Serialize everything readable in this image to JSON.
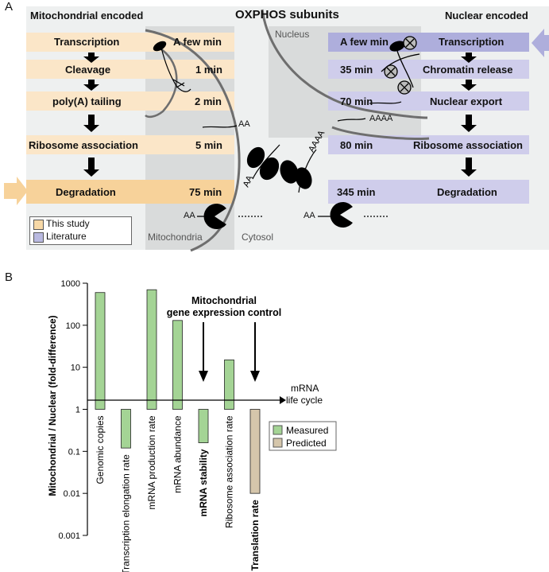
{
  "panel_a": {
    "label": "A",
    "title": "OXPHOS subunits",
    "left_header": "Mitochondrial encoded",
    "right_header": "Nuclear encoded",
    "nucleus_label": "Nucleus",
    "mitochondria_label": "Mitochondria",
    "cytosol_label": "Cytosol",
    "mito_steps": [
      {
        "name": "Transcription",
        "time": "A few min"
      },
      {
        "name": "Cleavage",
        "time": "1 min"
      },
      {
        "name": "poly(A) tailing",
        "time": "2 min"
      },
      {
        "name": "Ribosome association",
        "time": "5 min"
      },
      {
        "name": "Degradation",
        "time": "75 min"
      }
    ],
    "nuclear_steps": [
      {
        "name": "Transcription",
        "time": "A few min"
      },
      {
        "name": "Chromatin release",
        "time": "35 min"
      },
      {
        "name": "Nuclear export",
        "time": "70 min"
      },
      {
        "name": "Ribosome association",
        "time": "80 min"
      },
      {
        "name": "Degradation",
        "time": "345 min"
      }
    ],
    "mrna_labels": {
      "aa_mito": "AA",
      "aa_rotated": "AA",
      "aaaa_nuclear": "AAAA",
      "aaaa_rotated": "AAAA",
      "aa_deg_left": "AA",
      "aa_deg_right": "AA"
    },
    "legend": [
      {
        "label": "This study",
        "color": "#f7d8a6"
      },
      {
        "label": "Literature",
        "color": "#b9b9e0"
      }
    ],
    "colors": {
      "mito_light": "#fbe6c8",
      "mito_strong": "#f7d29a",
      "nuc_light": "#cfcdeb",
      "nuc_strong": "#aeaedc",
      "bg": "#eef0f0",
      "membrane": "#6e6e6e"
    }
  },
  "panel_b": {
    "label": "B",
    "annotation": [
      "Mitochondrial",
      "gene expression control"
    ],
    "chart_data": {
      "type": "bar",
      "ylabel": "Mitochondrial / Nuclear (fold-difference)",
      "yscale": "log",
      "ylim": [
        0.001,
        1000
      ],
      "yticks": [
        "0.001",
        "0.01",
        "0.1",
        "1",
        "10",
        "100",
        "1000"
      ],
      "xlabel": [
        "mRNA",
        "life cycle"
      ],
      "categories": [
        "Genomic copies",
        "Transcription elongation rate",
        "mRNA production rate",
        "mRNA abundance",
        "mRNA stability",
        "Ribosome association rate",
        "Translation rate"
      ],
      "bold_categories": [
        "mRNA stability",
        "Translation rate"
      ],
      "values": [
        600,
        0.12,
        700,
        130,
        0.16,
        15,
        0.01
      ],
      "kind": [
        "Measured",
        "Measured",
        "Measured",
        "Measured",
        "Measured",
        "Measured",
        "Predicted"
      ],
      "arrows_on": [
        "mRNA stability",
        "Translation rate"
      ],
      "legend": [
        {
          "label": "Measured",
          "color": "#a4d495"
        },
        {
          "label": "Predicted",
          "color": "#d5c6ab"
        }
      ]
    }
  }
}
